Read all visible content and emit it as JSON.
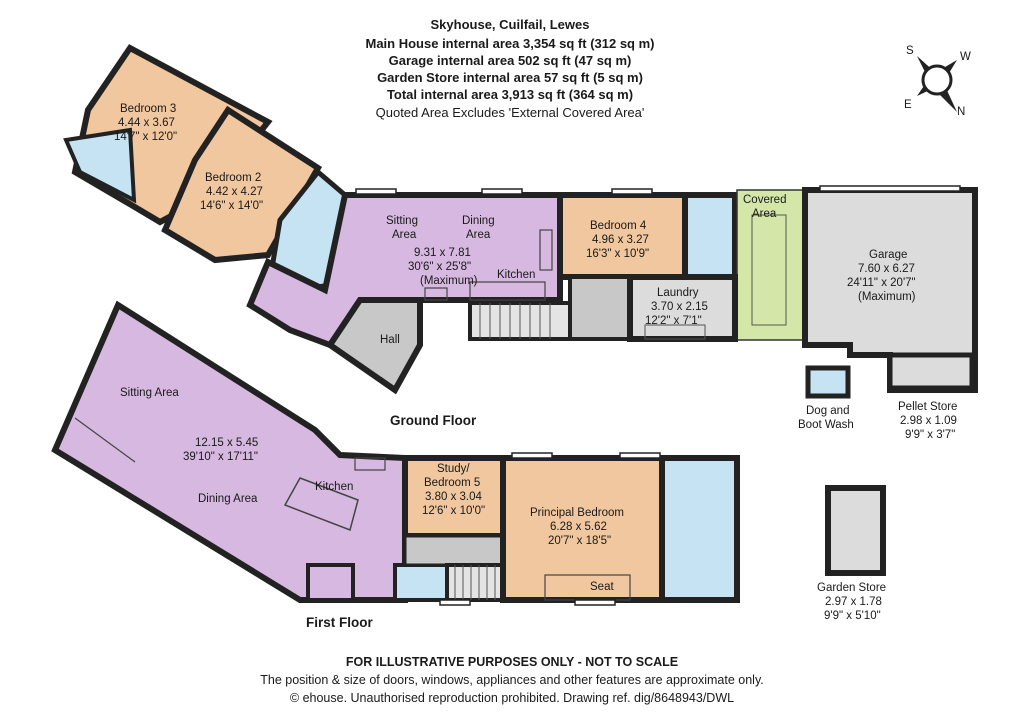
{
  "header": {
    "title": "Skyhouse, Cuilfail, Lewes",
    "main_house": "Main House internal area 3,354 sq ft (312 sq m)",
    "garage": "Garage internal area 502 sq ft (47 sq m)",
    "garden_store": "Garden Store internal area 57 sq ft (5 sq m)",
    "total": "Total internal area 3,913 sq ft (364 sq m)",
    "note": "Quoted Area Excludes 'External Covered Area'"
  },
  "compass": {
    "n": "N",
    "s": "S",
    "e": "E",
    "w": "W"
  },
  "floors": {
    "ground": "Ground Floor",
    "first": "First Floor"
  },
  "rooms": {
    "bedroom3": {
      "name": "Bedroom 3",
      "metric": "4.44 x 3.67",
      "imperial": "14'7\" x 12'0\""
    },
    "bedroom2": {
      "name": "Bedroom 2",
      "metric": "4.42 x 4.27",
      "imperial": "14'6\" x 14'0\""
    },
    "sitting_dining": {
      "sitting": "Sitting Area",
      "dining": "Dining Area",
      "sitting1": "Sitting",
      "sitting2": "Area",
      "dining1": "Dining",
      "dining2": "Area",
      "metric": "9.31 x 7.81",
      "imperial": "30'6\" x 25'8\"",
      "qualifier": "(Maximum)",
      "kitchen": "Kitchen"
    },
    "bedroom4": {
      "name": "Bedroom 4",
      "metric": "4.96 x 3.27",
      "imperial": "16'3\" x 10'9\""
    },
    "covered": {
      "line1": "Covered",
      "line2": "Area"
    },
    "garage": {
      "name": "Garage",
      "metric": "7.60 x 6.27",
      "imperial": "24'11\" x 20'7\"",
      "qualifier": "(Maximum)"
    },
    "laundry": {
      "name": "Laundry",
      "metric": "3.70 x 2.15",
      "imperial": "12'2\" x 7'1\""
    },
    "hall": {
      "name": "Hall"
    },
    "dog_boot": {
      "line1": "Dog and",
      "line2": "Boot Wash"
    },
    "pellet": {
      "name": "Pellet Store",
      "metric": "2.98 x 1.09",
      "imperial": "9'9\" x 3'7\""
    },
    "first_open": {
      "sitting": "Sitting Area",
      "metric": "12.15 x 5.45",
      "imperial": "39'10\" x 17'11\"",
      "kitchen": "Kitchen",
      "dining": "Dining Area"
    },
    "study": {
      "line1": "Study/",
      "line2": "Bedroom 5",
      "metric": "3.80 x 3.04",
      "imperial": "12'6\" x 10'0\""
    },
    "principal": {
      "name": "Principal Bedroom",
      "metric": "6.28 x 5.62",
      "imperial": "20'7\" x 18'5\"",
      "seat": "Seat"
    },
    "garden_store": {
      "name": "Garden Store",
      "metric": "2.97 x 1.78",
      "imperial": "9'9\" x 5'10\""
    }
  },
  "footer": {
    "line1": "FOR ILLUSTRATIVE PURPOSES ONLY - NOT TO SCALE",
    "line2": "The position & size of doors, windows, appliances and other features are approximate only.",
    "line3": "© ehouse. Unauthorised reproduction prohibited. Drawing ref. dig/8648943/DWL"
  },
  "colors": {
    "wall": "#222222",
    "bedroom": "#f0c79e",
    "living": "#d7b8e0",
    "wet": "#c6e3f3",
    "garage": "#dcdcdc",
    "covered": "#d5e7a8",
    "hall": "#c8c8c8"
  }
}
